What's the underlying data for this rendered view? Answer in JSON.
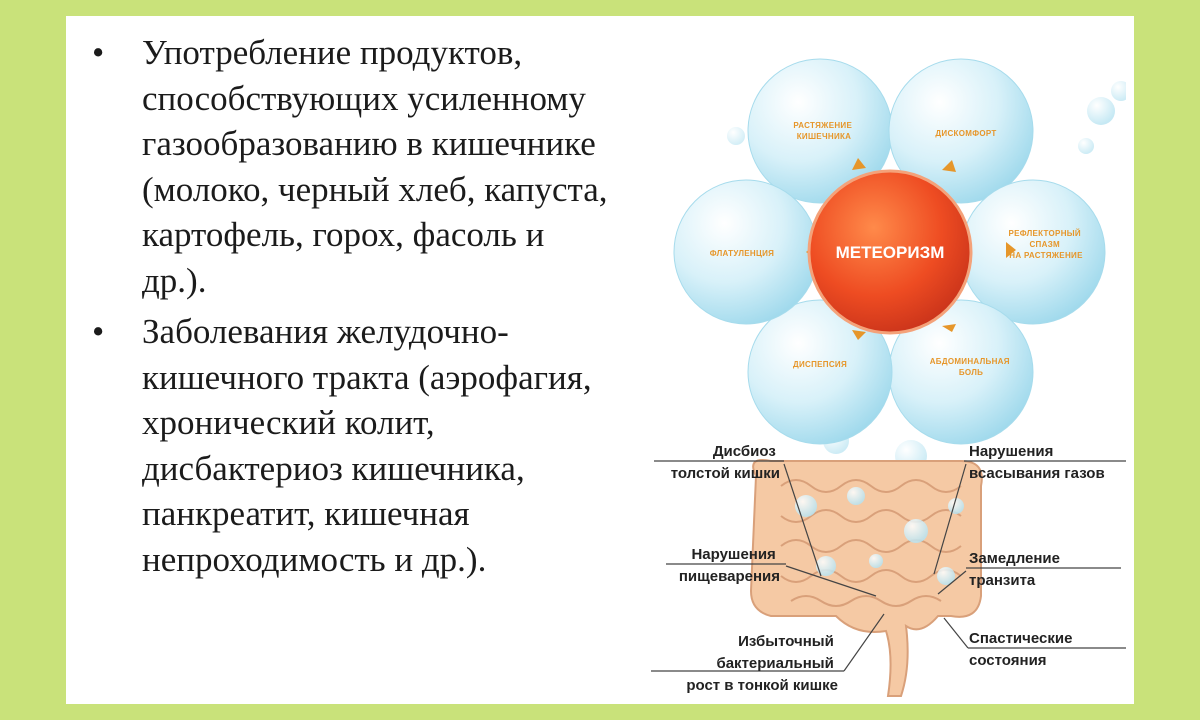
{
  "bullets": [
    {
      "text": "Употребление продуктов, способствующих усиленному газообразованию в кишечнике (молоко, черный хлеб, капуста, картофель, горох, фасоль и др.)."
    },
    {
      "text": "Заболевания желудочно-кишечного тракта (аэрофагия, хронический колит, дисбактериоз кишечника, панкреатит, кишечная непроходимость и др.)."
    }
  ],
  "bullet_char": "•",
  "diagram": {
    "center": "МЕТЕОРИЗМ",
    "petals": {
      "top_left": [
        "РАСТЯЖЕНИЕ",
        "КИШЕЧНИКА"
      ],
      "top_right": [
        "ДИСКОМФОРТ"
      ],
      "right": [
        "РЕФЛЕКТОРНЫЙ",
        "СПАЗМ",
        "НА РАСТЯЖЕНИЕ"
      ],
      "bottom_right": [
        "АБДОМИНАЛЬНАЯ",
        "БОЛЬ"
      ],
      "bottom_left": [
        "ДИСПЕПСИЯ"
      ],
      "left": [
        "ФЛАТУЛЕНЦИЯ"
      ]
    },
    "causes": {
      "dysbiosis": [
        "Дисбиоз",
        "толстой кишки"
      ],
      "absorption": [
        "Нарушения",
        "всасывания газов"
      ],
      "digestion": [
        "Нарушения",
        "пищеварения"
      ],
      "transit": [
        "Замедление",
        "транзита"
      ],
      "bacterial": [
        "Избыточный",
        "бактериальный",
        "рост в тонкой кишке"
      ],
      "spastic": [
        "Спастические",
        "состояния"
      ]
    }
  },
  "colors": {
    "page_background": "#c9e27a",
    "slide_background": "#ffffff",
    "bubble": "#bfe9f5",
    "center": "#ee4c22",
    "petal_label": "#e6962a",
    "intestine": "#f5c9a4"
  }
}
